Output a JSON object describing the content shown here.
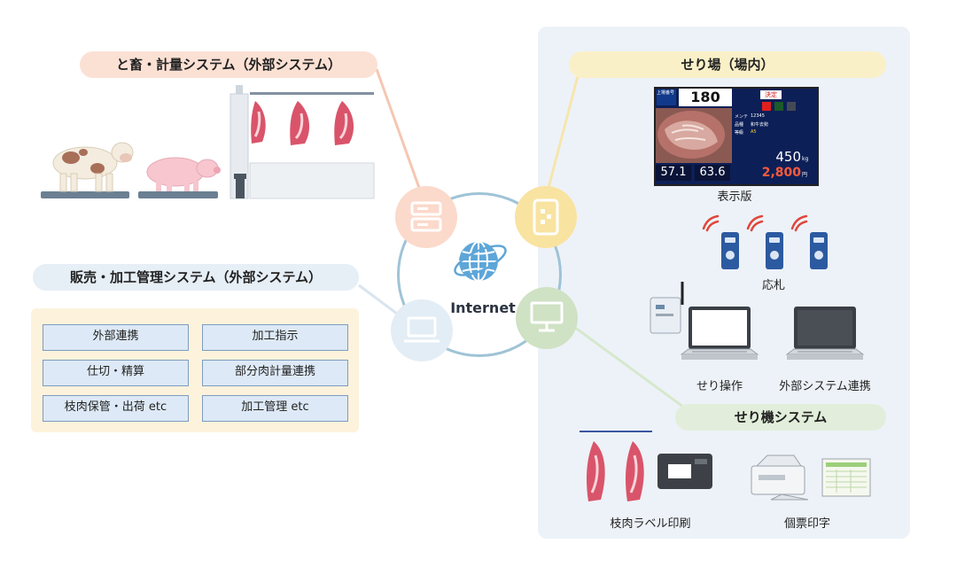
{
  "top_left": {
    "title": "と畜・計量システム（外部システム）"
  },
  "mid_left": {
    "title": "販売・加工管理システム（外部システム）",
    "items": [
      "外部連携",
      "加工指示",
      "仕切・精算",
      "部分肉計量連携",
      "枝肉保管・出荷 etc",
      "加工管理 etc"
    ]
  },
  "center": {
    "label": "Internet"
  },
  "right": {
    "seri_title": "せり場（場内）",
    "machine_title": "せり機システム",
    "display": {
      "header_label": "上場番号",
      "lot_number": "180",
      "status_badge": "決定",
      "rows": [
        [
          "メンテ",
          "12345"
        ],
        [
          "品種",
          "和牛去勢"
        ],
        [
          "等級",
          "A5"
        ]
      ],
      "weight_value": "450",
      "weight_unit": "kg",
      "bottom_left_1": "57.1",
      "bottom_left_2": "63.6",
      "price_value": "2,800",
      "price_unit": "円",
      "caption": "表示版"
    },
    "bid_caption": "応札",
    "seri_op_caption": "せり操作",
    "external_link_caption": "外部システム連携",
    "label_print_caption": "枝肉ラベル印刷",
    "slip_print_caption": "個票印字"
  },
  "colors": {
    "peach": "#fbe1d4",
    "pale_blue": "#e6eef6",
    "yellow": "#faf0c8",
    "green": "#e2eedb",
    "panel": "#edf2f8",
    "circle": "#9fc3d6",
    "meat": "#d9546a"
  }
}
